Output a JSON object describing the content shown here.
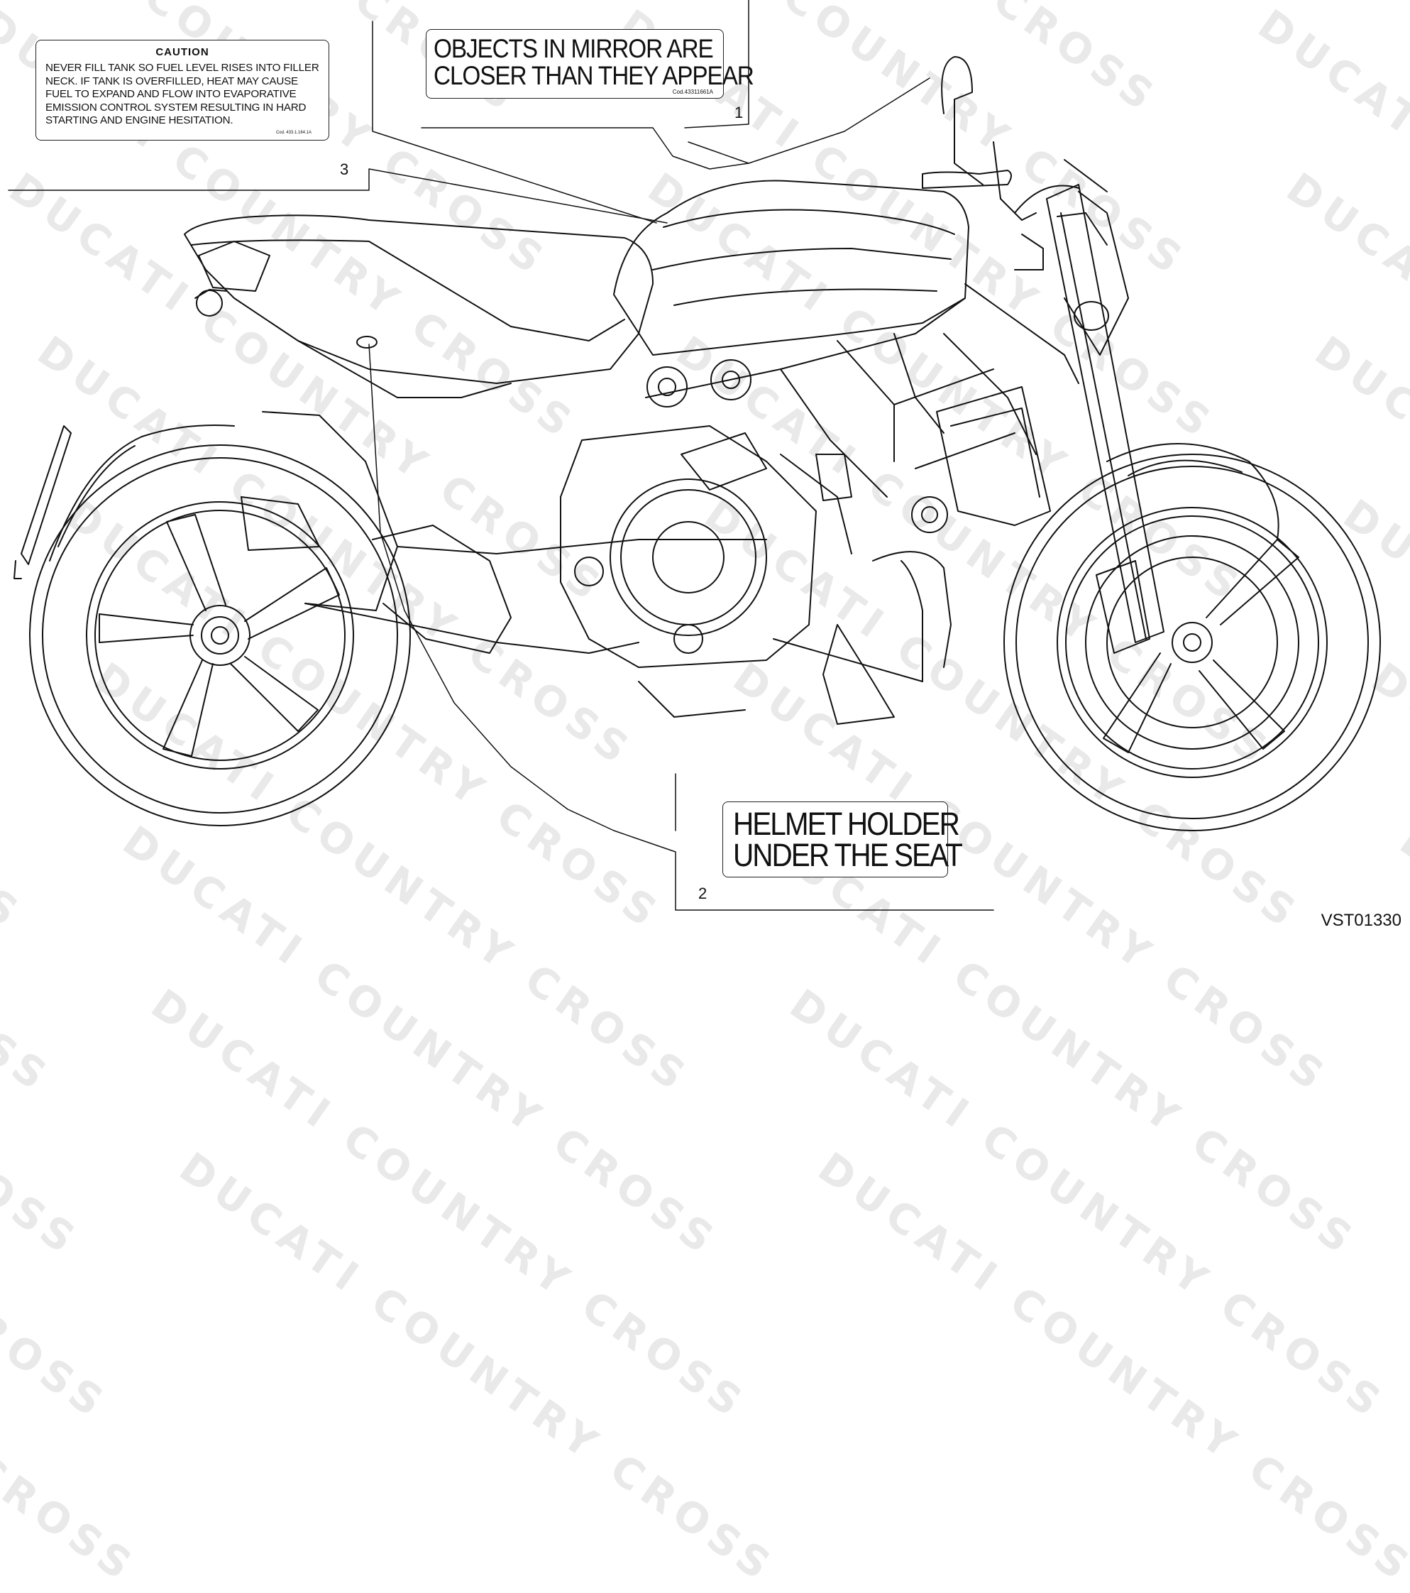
{
  "watermark": {
    "text": "DUCATI COUNTRY CROSS"
  },
  "labels": {
    "caution": {
      "title": "CAUTION",
      "lines": [
        "NEVER FILL TANK SO FUEL LEVEL RISES INTO FILLER",
        "NECK. IF TANK IS OVERFILLED, HEAT MAY CAUSE",
        "FUEL TO EXPAND AND FLOW INTO EVAPORATIVE",
        "EMISSION CONTROL SYSTEM RESULTING IN HARD",
        "STARTING AND ENGINE HESITATION."
      ],
      "code": "Cod. 433.1.164.1A",
      "number": "3"
    },
    "mirror": {
      "lines": [
        "OBJECTS IN MIRROR ARE",
        "CLOSER THAN THEY APPEAR"
      ],
      "code": "Cod.43311661A",
      "number": "1"
    },
    "helmet": {
      "lines": [
        "HELMET HOLDER",
        "UNDER THE SEAT"
      ],
      "number": "2"
    }
  },
  "drawing_code": "VST01330"
}
